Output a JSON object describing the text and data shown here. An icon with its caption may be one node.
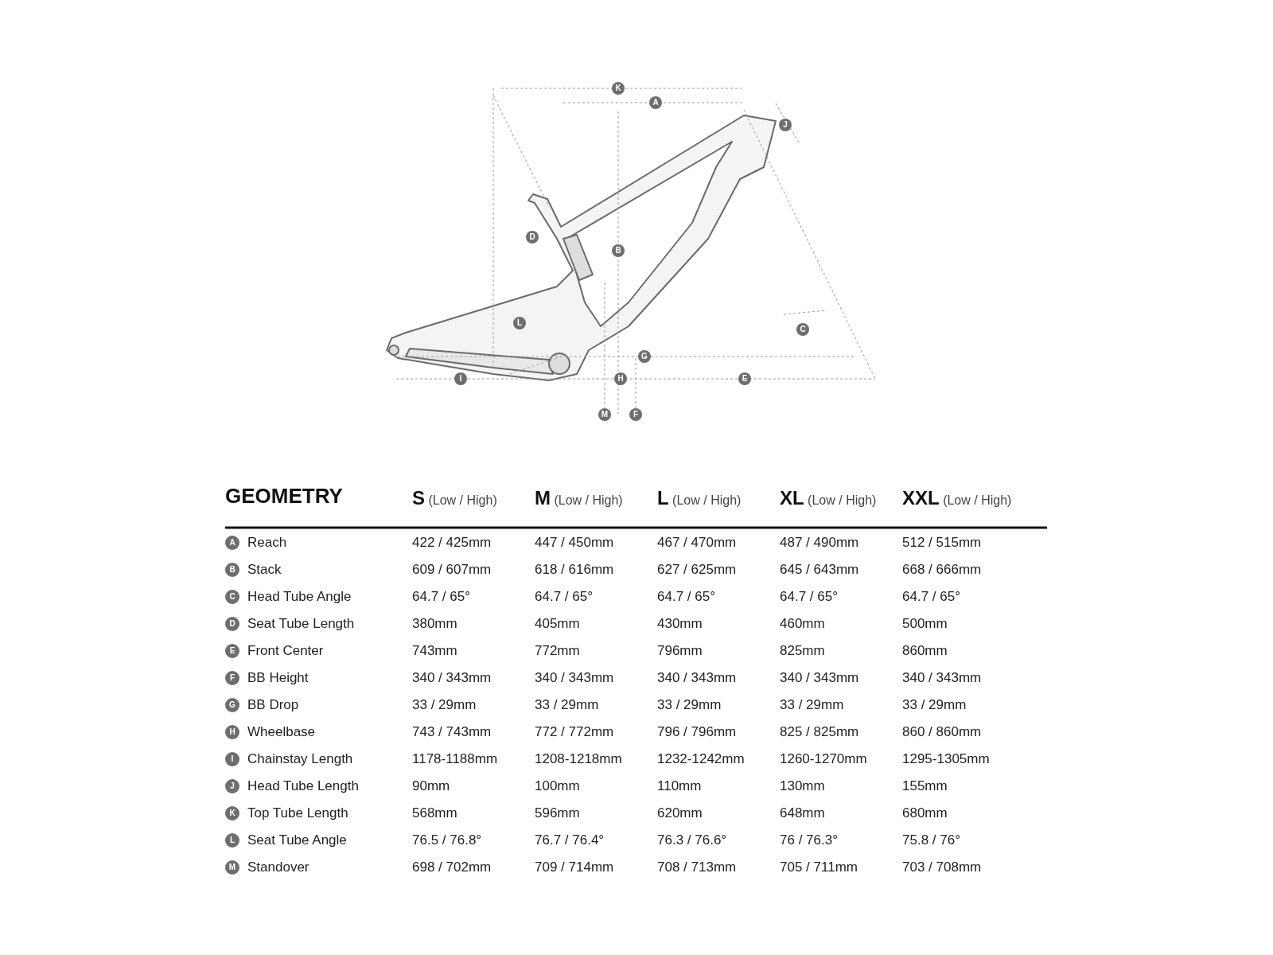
{
  "diagram": {
    "labels": [
      "K",
      "A",
      "J",
      "D",
      "B",
      "L",
      "C",
      "G",
      "I",
      "H",
      "E",
      "M",
      "F",
      "GEOMETRY",
      "**S** (Low / High)",
      "**M** (Low / High)",
      "**L** (Low / High)",
      "**XL** (Low / High)",
      "**XXL** (Low / High)",
      "A",
      "Reach",
      "422 / 425mm",
      "447 / 450mm",
      "467 / 470mm",
      "487 / 490mm",
      "512 / 515mm",
      "B",
      "Stack",
      "609 / 607mm",
      "618 / 616mm",
      "627 / 625mm",
      "645 / 643mm",
      "668 / 666mm",
      "C",
      "Head Tube Angle",
      "64.7 / 65°",
      "64.7 / 65°",
      "64.7 / 65°",
      "64.7 / 65°",
      "64.7 / 65°",
      "D",
      "Seat Tube Length",
      "380mm",
      "405mm",
      "430mm",
      "460mm",
      "500mm",
      "E",
      "Front Center",
      "743mm",
      "772mm",
      "796mm",
      "825mm",
      "860mm",
      "F",
      "BB Height",
      "340 / 343mm",
      "340 / 343mm",
      "340 / 343mm",
      "340 / 343mm",
      "340 / 343mm",
      "G",
      "BB Drop",
      "33 / 29mm",
      "33 / 29mm",
      "33 / 29mm",
      "33 / 29mm",
      "33 / 29mm",
      "H",
      "Wheelbase",
      "743 / 743mm",
      "772 / 772mm",
      "796 / 796mm",
      "825 / 825mm",
      "860 / 860mm",
      "I",
      "Chainstay Length",
      "1178-1188mm",
      "1208-1218mm",
      "1232-1242mm",
      "1260-1270mm",
      "1295-1305mm",
      "J",
      "Head Tube Length",
      "90mm",
      "100mm",
      "110mm",
      "130mm",
      "155mm",
      "K",
      "Top Tube Length",
      "568mm",
      "596mm",
      "620mm",
      "648mm",
      "680mm",
      "L",
      "Seat Tube Angle",
      "76.5 / 76.8°",
      "76.7 / 76.4°",
      "76.3 / 76.6°",
      "76 / 76.3°",
      "75.8 / 76°",
      "M",
      "Standover",
      "698 / 702mm",
      "709 / 714mm",
      "708 / 713mm",
      "705 / 711mm",
      "703 / 708mm"
    ]
  }
}
